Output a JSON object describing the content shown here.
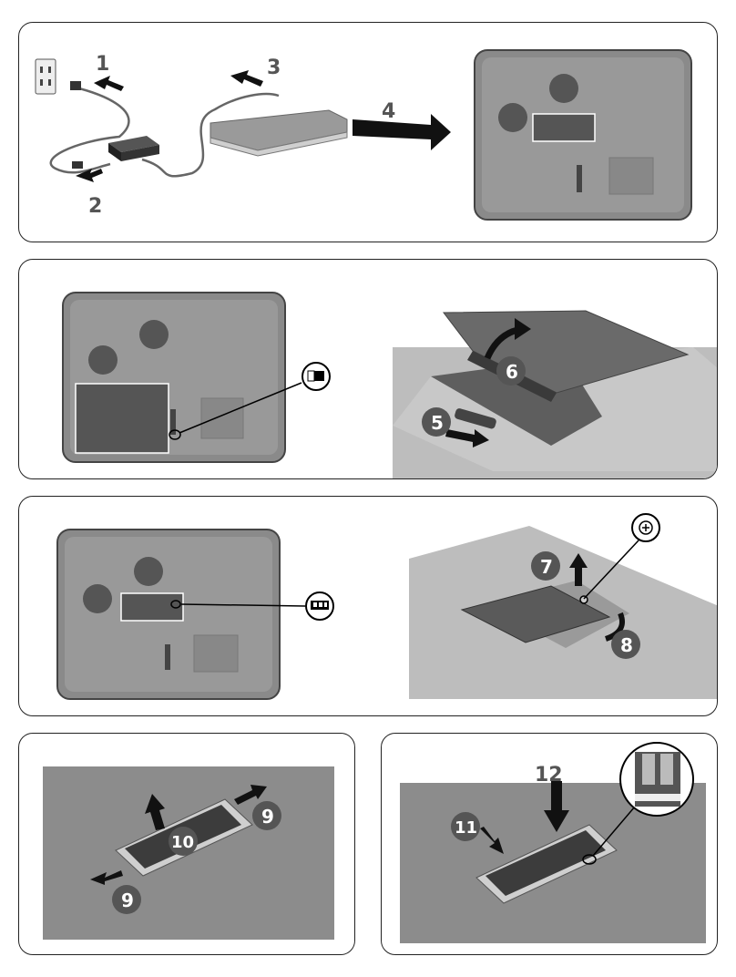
{
  "steps": {
    "s1": "1",
    "s2": "2",
    "s3": "3",
    "s4": "4",
    "s5": "5",
    "s6": "6",
    "s7": "7",
    "s8": "8",
    "s9a": "9",
    "s9b": "9",
    "s10": "10",
    "s11": "11",
    "s12": "12"
  },
  "icons": {
    "outlet": "power-outlet-icon",
    "adapter": "ac-adapter-icon",
    "battery": "battery-icon",
    "memory": "memory-module-icon",
    "screw": "screw-loosen-icon"
  },
  "colors": {
    "panel_border": "#222222",
    "device_dark": "#6e6e6e",
    "device_mid": "#8a8a8a",
    "device_light": "#b0b0b0",
    "arrow": "#111111",
    "step_label": "#555555"
  }
}
